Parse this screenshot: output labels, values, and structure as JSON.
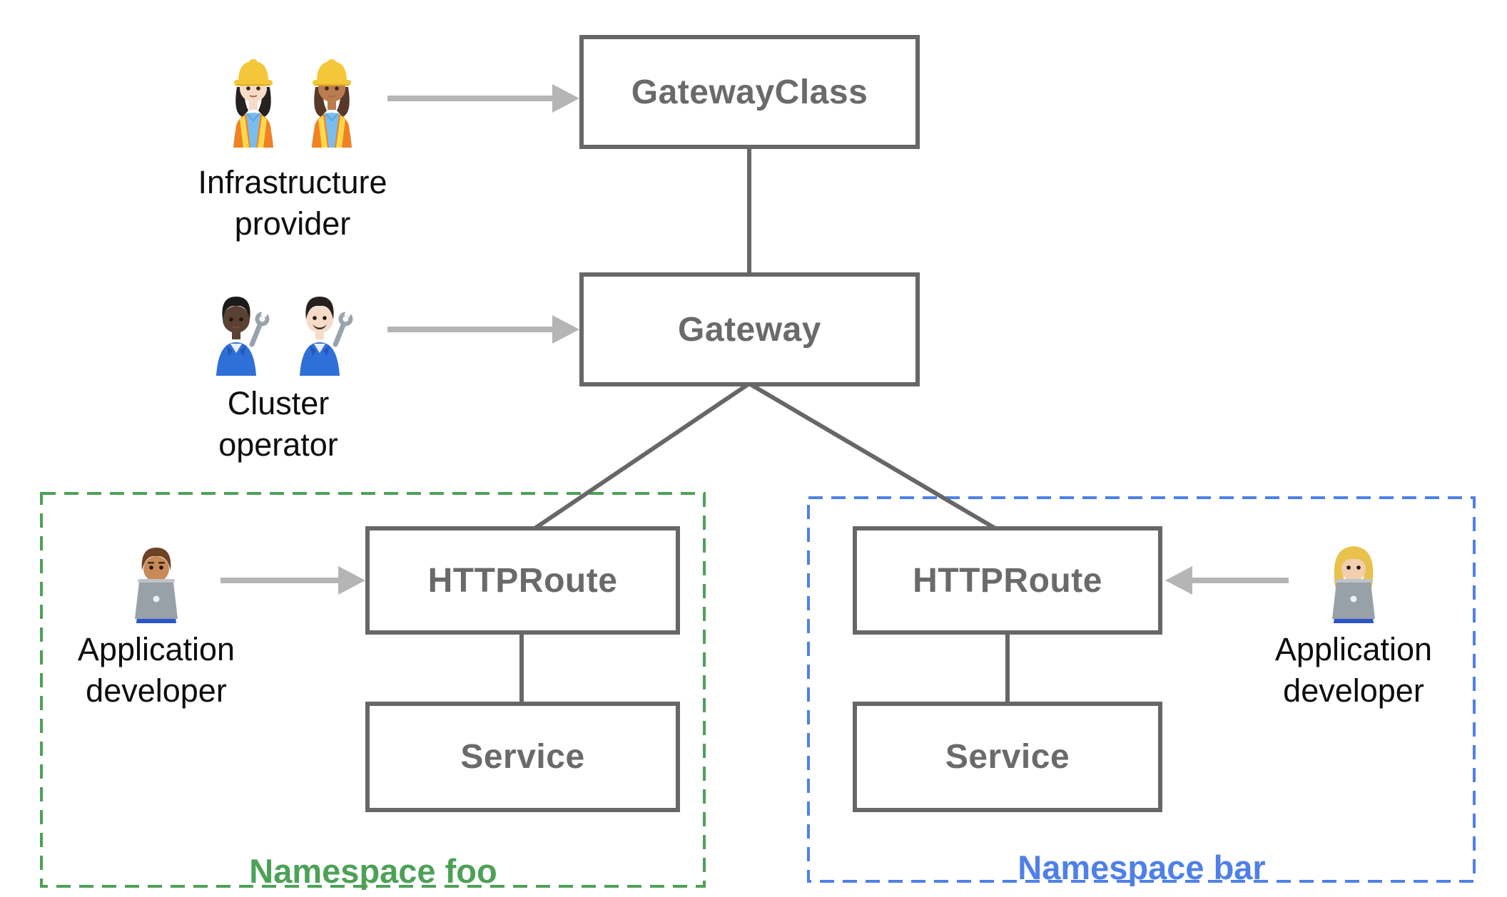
{
  "boxes": {
    "gatewayclass": "GatewayClass",
    "gateway": "Gateway",
    "httproute_foo": "HTTPRoute",
    "service_foo": "Service",
    "httproute_bar": "HTTPRoute",
    "service_bar": "Service"
  },
  "namespaces": {
    "foo": {
      "label": "Namespace foo",
      "color": "#4da157"
    },
    "bar": {
      "label": "Namespace bar",
      "color": "#4e80e8"
    }
  },
  "personas": {
    "infrastructure_provider": {
      "line1": "Infrastructure",
      "line2": "provider",
      "icons": [
        "woman-construction-worker-light-skin",
        "woman-construction-worker-medium-skin"
      ],
      "emoji": "👷🏻‍♀️👷🏽‍♀️"
    },
    "cluster_operator": {
      "line1": "Cluster",
      "line2": "operator",
      "icons": [
        "mechanic-dark-skin",
        "man-mechanic-light-skin"
      ],
      "emoji": "🧑🏿‍🔧👨🏻‍🔧"
    },
    "app_developer_foo": {
      "line1": "Application",
      "line2": "developer",
      "icons": [
        "man-technologist-medium-skin"
      ],
      "emoji": "👨🏽‍💻"
    },
    "app_developer_bar": {
      "line1": "Application",
      "line2": "developer",
      "icons": [
        "woman-technologist-light-skin"
      ],
      "emoji": "👩🏼‍💻"
    }
  },
  "colors": {
    "node_border": "#676767",
    "node_text": "#6a6a6a",
    "connector": "#676767",
    "arrow": "#b5b5b5",
    "namespace_foo": "#4da157",
    "namespace_bar": "#4e80e8",
    "persona_text": "#0d0d0d",
    "background": "#ffffff"
  }
}
